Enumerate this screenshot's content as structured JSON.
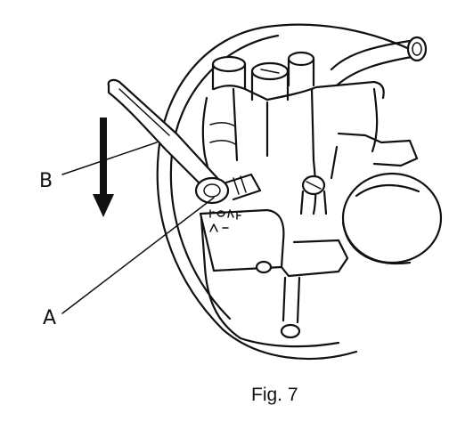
{
  "figure": {
    "caption": "Fig. 7",
    "callouts": {
      "a": "A",
      "b": "B"
    }
  }
}
